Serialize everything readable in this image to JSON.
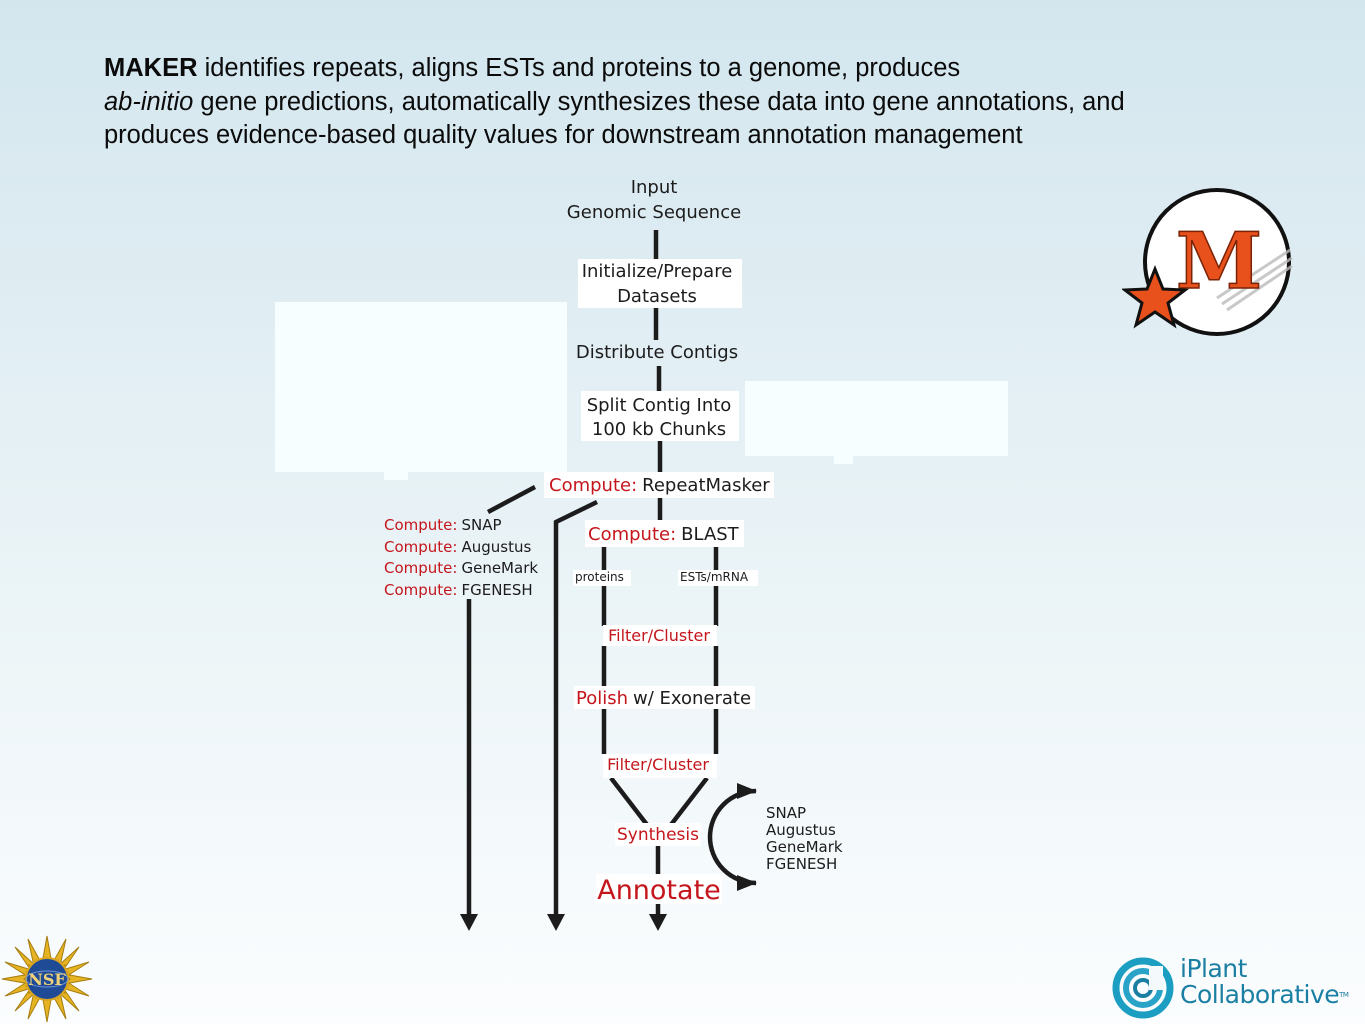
{
  "intro": {
    "brand": "MAKER",
    "part1": " identifies repeats, aligns ESTs and proteins to a genome, produces",
    "italic": "ab-initio",
    "part2": " gene predictions, automatically synthesizes these data into gene annotations, and produces evidence-based quality values for downstream annotation management"
  },
  "flow": {
    "input": "Input",
    "genomic": "Genomic Sequence",
    "init1": "Initialize/Prepare",
    "init2": "Datasets",
    "distribute": "Distribute Contigs",
    "split1": "Split Contig Into",
    "split2": "100 kb Chunks",
    "compute_prefix": "Compute:",
    "repeatmasker": "RepeatMasker",
    "blast": "BLAST",
    "snap": "SNAP",
    "augustus": "Augustus",
    "genemark": "GeneMark",
    "fgenesh": "FGENESH",
    "proteins": "proteins",
    "ests": "ESTs/mRNA",
    "filter_cluster": "Filter/Cluster",
    "polish": "Polish",
    "exonerate": "w/ Exonerate",
    "synthesis": "Synthesis",
    "annotate": "Annotate"
  },
  "logos": {
    "maker_letter": "M",
    "nsf": "NSF",
    "iplant_line1": "iPlant",
    "iplant_line2": "Collaborative",
    "iplant_tm": "TM"
  },
  "colors": {
    "red_label": "#c4161c",
    "line": "#1c1c1c",
    "maker_orange": "#e8501c",
    "iplant_blue": "#1b7fa3"
  }
}
